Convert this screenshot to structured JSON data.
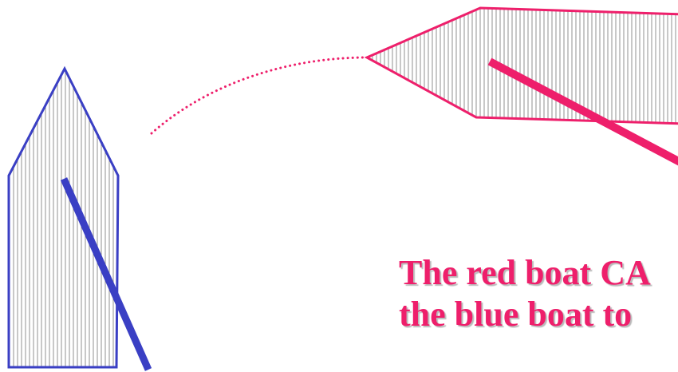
{
  "caption": {
    "line1": "The red boat CA",
    "line2": "the blue boat to"
  },
  "colors": {
    "blue_boat": "#3a3fc4",
    "red_boat": "#ee1f6b",
    "caption_text": "#ee1f6b",
    "hatch": "#9a9a9a",
    "background": "#ffffff"
  },
  "objects": {
    "blue_boat": "blue boat with boom",
    "red_boat": "red boat with boom",
    "course_line": "dotted red curve"
  }
}
